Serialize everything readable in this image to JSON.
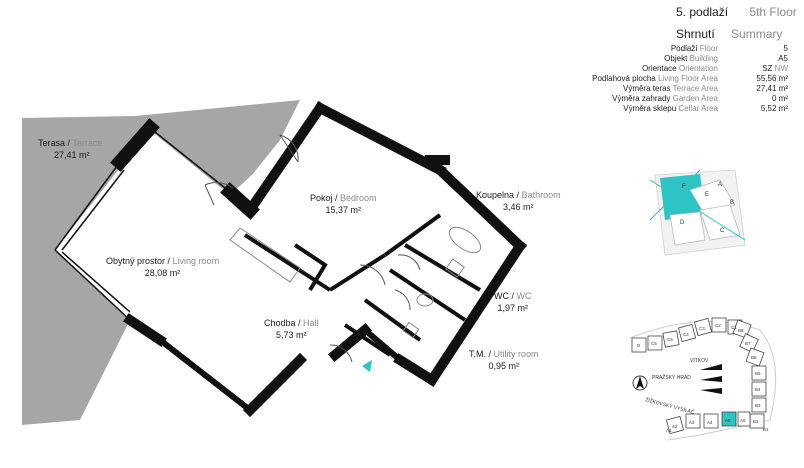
{
  "header": {
    "floor_cz": "5. podlaží",
    "floor_en": "5th Floor",
    "summary_cz": "Shrnutí",
    "summary_en": "Summary"
  },
  "summary": [
    {
      "cz": "Podlaží",
      "en": "Floor",
      "value": "5"
    },
    {
      "cz": "Objekt",
      "en": "Building",
      "value": "A5"
    },
    {
      "cz": "Orientace",
      "en": "Orientation",
      "value": "SZ",
      "value_en": "NW"
    },
    {
      "cz": "Podlahová plocha",
      "en": "Living Floor Area",
      "value": "55,56 m²"
    },
    {
      "cz": "Výměra teras",
      "en": "Terrace Area",
      "value": "27,41 m²"
    },
    {
      "cz": "Výměra zahrady",
      "en": "Garden Area",
      "value": "0 m²"
    },
    {
      "cz": "Výměra sklepu",
      "en": "Cellar Area",
      "value": "5,52 m²"
    }
  ],
  "rooms": {
    "terrace": {
      "cz": "Terasa",
      "en": "Terrace",
      "area": "27,41 m²"
    },
    "living": {
      "cz": "Obytný prostor",
      "en": "Living room",
      "area": "28,08 m²"
    },
    "bedroom": {
      "cz": "Pokoj",
      "en": "Bedroom",
      "area": "15,37 m²"
    },
    "bathroom": {
      "cz": "Koupelna",
      "en": "Bathroom",
      "area": "3,46 m²"
    },
    "wc": {
      "cz": "WC",
      "en": "WC",
      "area": "1,97 m²"
    },
    "hall": {
      "cz": "Chodba",
      "en": "Hall",
      "area": "5,73 m²"
    },
    "utility": {
      "cz": "T.M.",
      "en": "Utility room",
      "area": "0,95 m²"
    }
  },
  "key_plan": {
    "letters": [
      "A",
      "B",
      "C",
      "D",
      "E",
      "F"
    ],
    "highlight_color": "#2ec4c4"
  },
  "site_plan": {
    "labels": {
      "vitkov": "VÍTKOV",
      "prazsky_hrad": "PRAŽSKÝ HRAD",
      "zizkovsky_vysilac": "ŽIŽKOVSKÝ VYSÍLAČ"
    },
    "buildings_top": [
      "D",
      "C6",
      "C5",
      "C4",
      "C3",
      "C2",
      "C1"
    ],
    "buildings_right": [
      "B8",
      "B7",
      "B6",
      "B5",
      "B4",
      "B3",
      "B2",
      "B1"
    ],
    "buildings_bottom": [
      "A1",
      "A2",
      "A3",
      "A4",
      "A5",
      "A6"
    ],
    "selected": "A5",
    "highlight_color": "#2ec4c4"
  }
}
